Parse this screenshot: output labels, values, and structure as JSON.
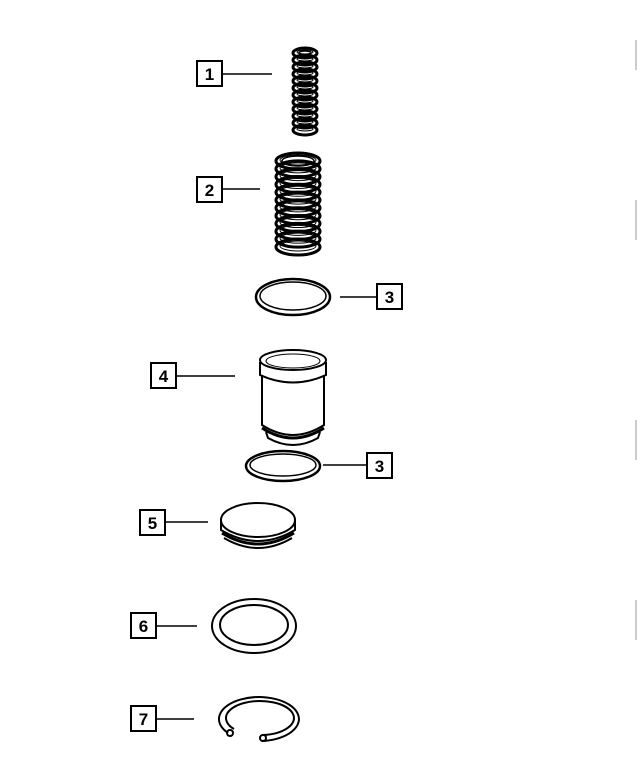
{
  "diagram": {
    "type": "exploded parts diagram",
    "line_color": "#000000",
    "background": "#ffffff",
    "callouts": [
      {
        "label": "1",
        "part": "small-spring"
      },
      {
        "label": "2",
        "part": "large-spring"
      },
      {
        "label": "3",
        "part": "seal-ring-upper"
      },
      {
        "label": "4",
        "part": "piston-sleeve"
      },
      {
        "label": "3",
        "part": "seal-ring-lower"
      },
      {
        "label": "5",
        "part": "piston"
      },
      {
        "label": "6",
        "part": "o-ring"
      },
      {
        "label": "7",
        "part": "snap-ring"
      }
    ]
  }
}
